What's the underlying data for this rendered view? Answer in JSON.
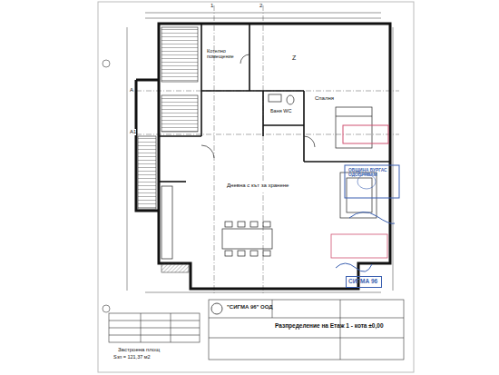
{
  "diagram": {
    "title": "Разпределение на Етаж 1 - кота ±0,00",
    "nodes": [
      {
        "text": [
          "Котелно помещение"
        ]
      },
      {
        "text": [
          "Баня WC"
        ]
      },
      {
        "text": [
          "Спалня"
        ]
      },
      {
        "text": [
          "Дневна с кът за хранене"
        ]
      },
      {
        "text": [
          "ОБЩИНА БУРГАС",
          "ОДОБРЯВАМ"
        ]
      },
      {
        "text": [
          "\"СИГМА 96\" ООД"
        ]
      },
      {
        "text": [
          "СИГМА 96"
        ]
      }
    ],
    "labels": [
      "1",
      "2",
      "А",
      "Z",
      "А1",
      "Застроена площ",
      "Sзп = 121,37 м2"
    ]
  }
}
